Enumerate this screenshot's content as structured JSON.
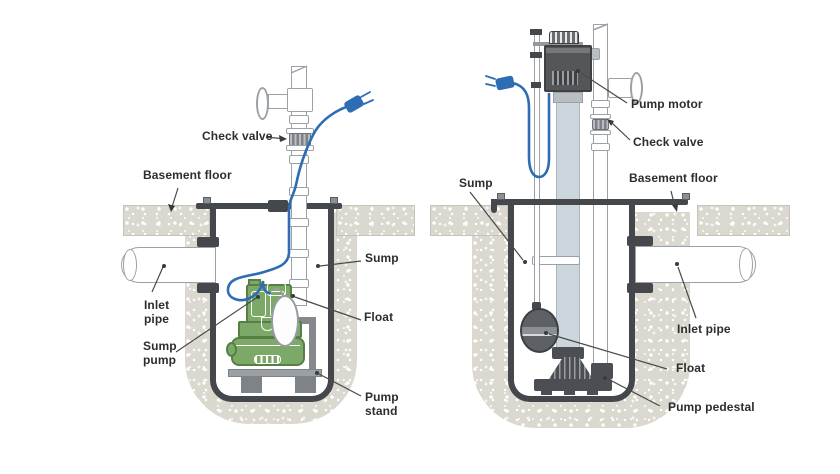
{
  "left": {
    "labels": {
      "check_valve": "Check valve",
      "basement_floor": "Basement floor",
      "inlet_pipe": "Inlet\npipe",
      "sump_pump": "Sump\npump",
      "sump": "Sump",
      "float": "Float",
      "pump_stand": "Pump\nstand"
    }
  },
  "right": {
    "labels": {
      "sump": "Sump",
      "pump_motor": "Pump motor",
      "check_valve": "Check valve",
      "basement_floor": "Basement floor",
      "inlet_pipe": "Inlet pipe",
      "float": "Float",
      "pump_pedestal": "Pump pedestal"
    }
  },
  "colors": {
    "cord_blue": "#2e6cb3",
    "pump_green": "#7ca868",
    "pump_green_dark": "#567f45",
    "concrete": "#dbd8cf",
    "liner": "#44474b",
    "motor_gray": "#545659",
    "column_blue": "#ccd6dd",
    "metal_outline": "#9ba1a6",
    "pedestal_gray": "#4b4e52",
    "float_ball_gray": "#5d6165",
    "stand_gray": "#9ba0a4",
    "foot_gray": "#7e8387",
    "label_color": "#2d2d2d",
    "leader_color": "#4a4a4a"
  }
}
